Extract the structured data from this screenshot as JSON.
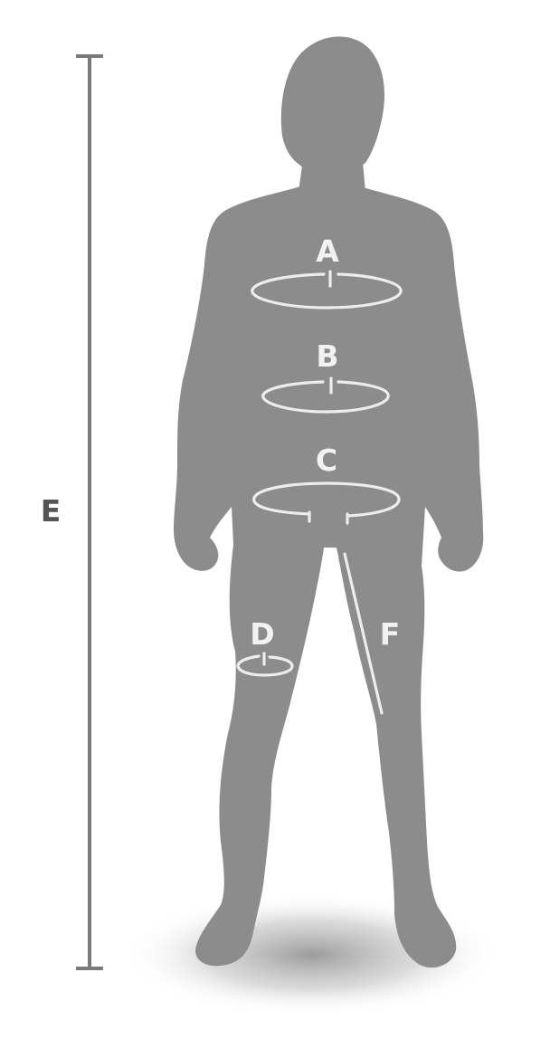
{
  "colors": {
    "silhouette": "#8c8c8c",
    "measure_lines": "#ededed",
    "height_ruler": "#7a7a7a",
    "height_label": "#555555",
    "background": "#ffffff"
  },
  "labels": {
    "chest": "A",
    "waist": "B",
    "hips": "C",
    "thigh": "D",
    "height": "E",
    "inseam": "F"
  }
}
